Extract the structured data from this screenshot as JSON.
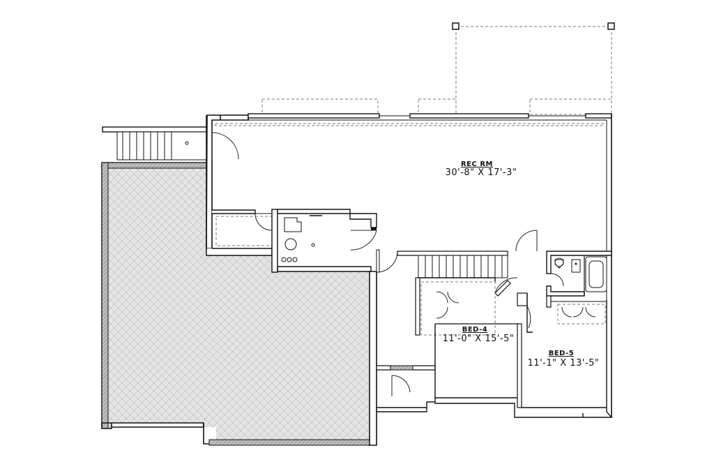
{
  "rooms": [
    {
      "name": "REC RM",
      "dimensions": "30'-8\" X 17'-3\""
    },
    {
      "name": "BED-4",
      "dimensions": "11'-0\" X 15'-5\""
    },
    {
      "name": "BED-5",
      "dimensions": "11'-1\" X 13'-5\""
    }
  ],
  "colors": {
    "line": "#111111",
    "hatch": "#9a9a9a",
    "background": "#ffffff"
  }
}
